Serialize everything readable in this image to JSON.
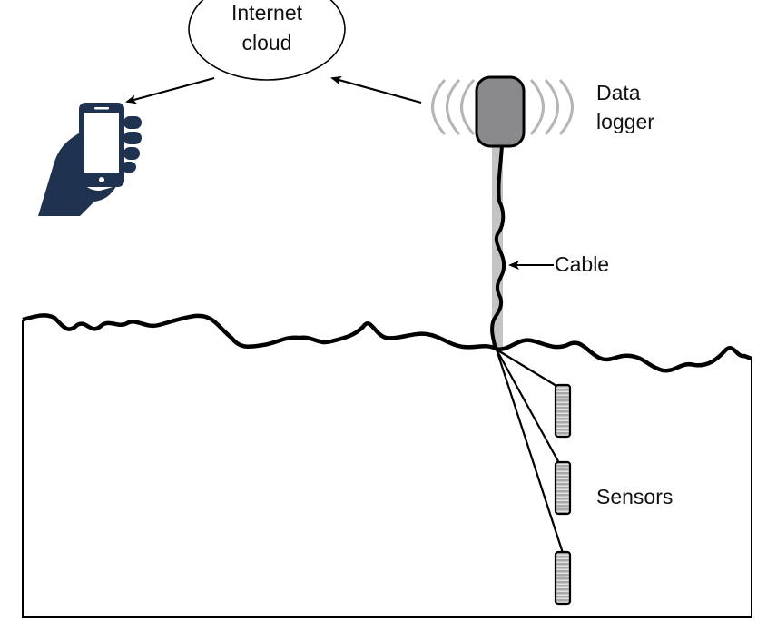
{
  "labels": {
    "cloud_line1": "Internet",
    "cloud_line2": "cloud",
    "logger_line1": "Data",
    "logger_line2": "logger",
    "cable": "Cable",
    "sensors": "Sensors"
  },
  "icons": {
    "phone": "hand-holding-smartphone-icon",
    "logger": "data-logger-icon",
    "signal": "wireless-signal-icon",
    "sensor": "soil-sensor-icon"
  },
  "colors": {
    "phone": "#1f3350",
    "logger": "#8a8a8c",
    "signal": "#b5b5b5",
    "cable_sleeve": "#c4c4c4",
    "line": "#000000"
  }
}
